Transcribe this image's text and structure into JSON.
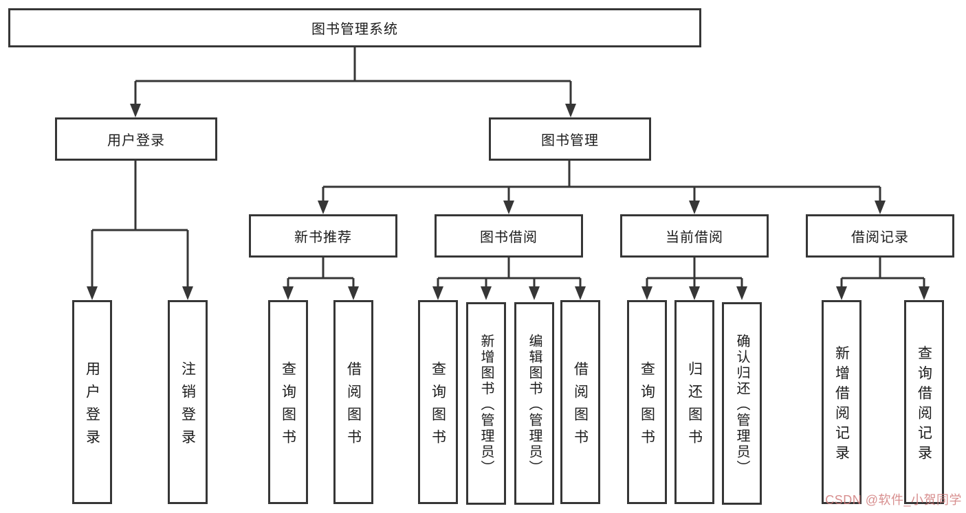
{
  "diagram": {
    "root": {
      "label": "图书管理系统"
    },
    "user_login": {
      "label": "用户登录",
      "children": [
        {
          "label": "用户登录"
        },
        {
          "label": "注销登录"
        }
      ]
    },
    "book_mgmt": {
      "label": "图书管理",
      "children": [
        {
          "label": "新书推荐",
          "children": [
            {
              "label": "查询图书"
            },
            {
              "label": "借阅图书"
            }
          ]
        },
        {
          "label": "图书借阅",
          "children": [
            {
              "label": "查询图书"
            },
            {
              "label": "新增图书（管理员）"
            },
            {
              "label": "编辑图书（管理员）"
            },
            {
              "label": "借阅图书"
            }
          ]
        },
        {
          "label": "当前借阅",
          "children": [
            {
              "label": "查询图书"
            },
            {
              "label": "归还图书"
            },
            {
              "label": "确认归还（管理员）"
            }
          ]
        },
        {
          "label": "借阅记录",
          "children": [
            {
              "label": "新增借阅记录"
            },
            {
              "label": "查询借阅记录"
            }
          ]
        }
      ]
    },
    "watermark": "CSDN @软件_小贺同学",
    "colors": {
      "line": "#363636",
      "text": "#1c1c1c",
      "watermark": "#d07a7a",
      "background": "#ffffff"
    }
  }
}
